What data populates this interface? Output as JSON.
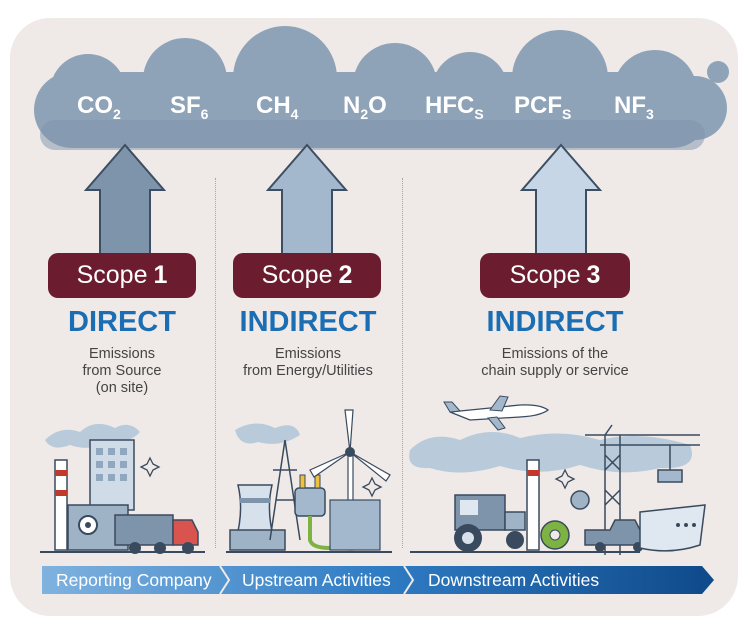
{
  "gases": [
    {
      "base": "CO",
      "sub": "2"
    },
    {
      "base": "SF",
      "sub": "6"
    },
    {
      "base": "CH",
      "sub": "4"
    },
    {
      "base": "N",
      "sub": "2",
      "after": "O"
    },
    {
      "base": "HFC",
      "sub": "S"
    },
    {
      "base": "PCF",
      "sub": "S"
    },
    {
      "base": "NF",
      "sub": "3"
    }
  ],
  "scopes": [
    {
      "word": "Scope",
      "number": "1",
      "kind": "DIRECT",
      "description": "Emissions\nfrom Source\n(on site)"
    },
    {
      "word": "Scope",
      "number": "2",
      "kind": "INDIRECT",
      "description": "Emissions\nfrom Energy/Utilities"
    },
    {
      "word": "Scope",
      "number": "3",
      "kind": "INDIRECT",
      "description": "Emissions of the\nchain supply or service"
    }
  ],
  "stages": [
    "Reporting Company",
    "Upstream Activities",
    "Downstream Activities"
  ],
  "colors": {
    "background_panel": "#efeae8",
    "cloud": "#8fa3b8",
    "cloud_dark": "#7d93a9",
    "arrow_1": "#7e94ab",
    "arrow_2": "#a3b8cc",
    "arrow_3": "#c6d6e6",
    "scope_badge": "#6b1c2e",
    "heading_blue": "#1b6eb3",
    "stage_bar_light": "#7fb2df",
    "stage_bar_dark": "#0f4a8a"
  },
  "icons": [
    "cloud-icon",
    "up-arrow-icon",
    "factory-icon",
    "truck-icon",
    "gear-icon",
    "sparkle-icon",
    "power-plant-icon",
    "electric-plug-icon",
    "wind-turbine-icon",
    "airplane-icon",
    "crane-icon",
    "tractor-icon",
    "pickup-truck-icon",
    "cargo-ship-icon"
  ]
}
